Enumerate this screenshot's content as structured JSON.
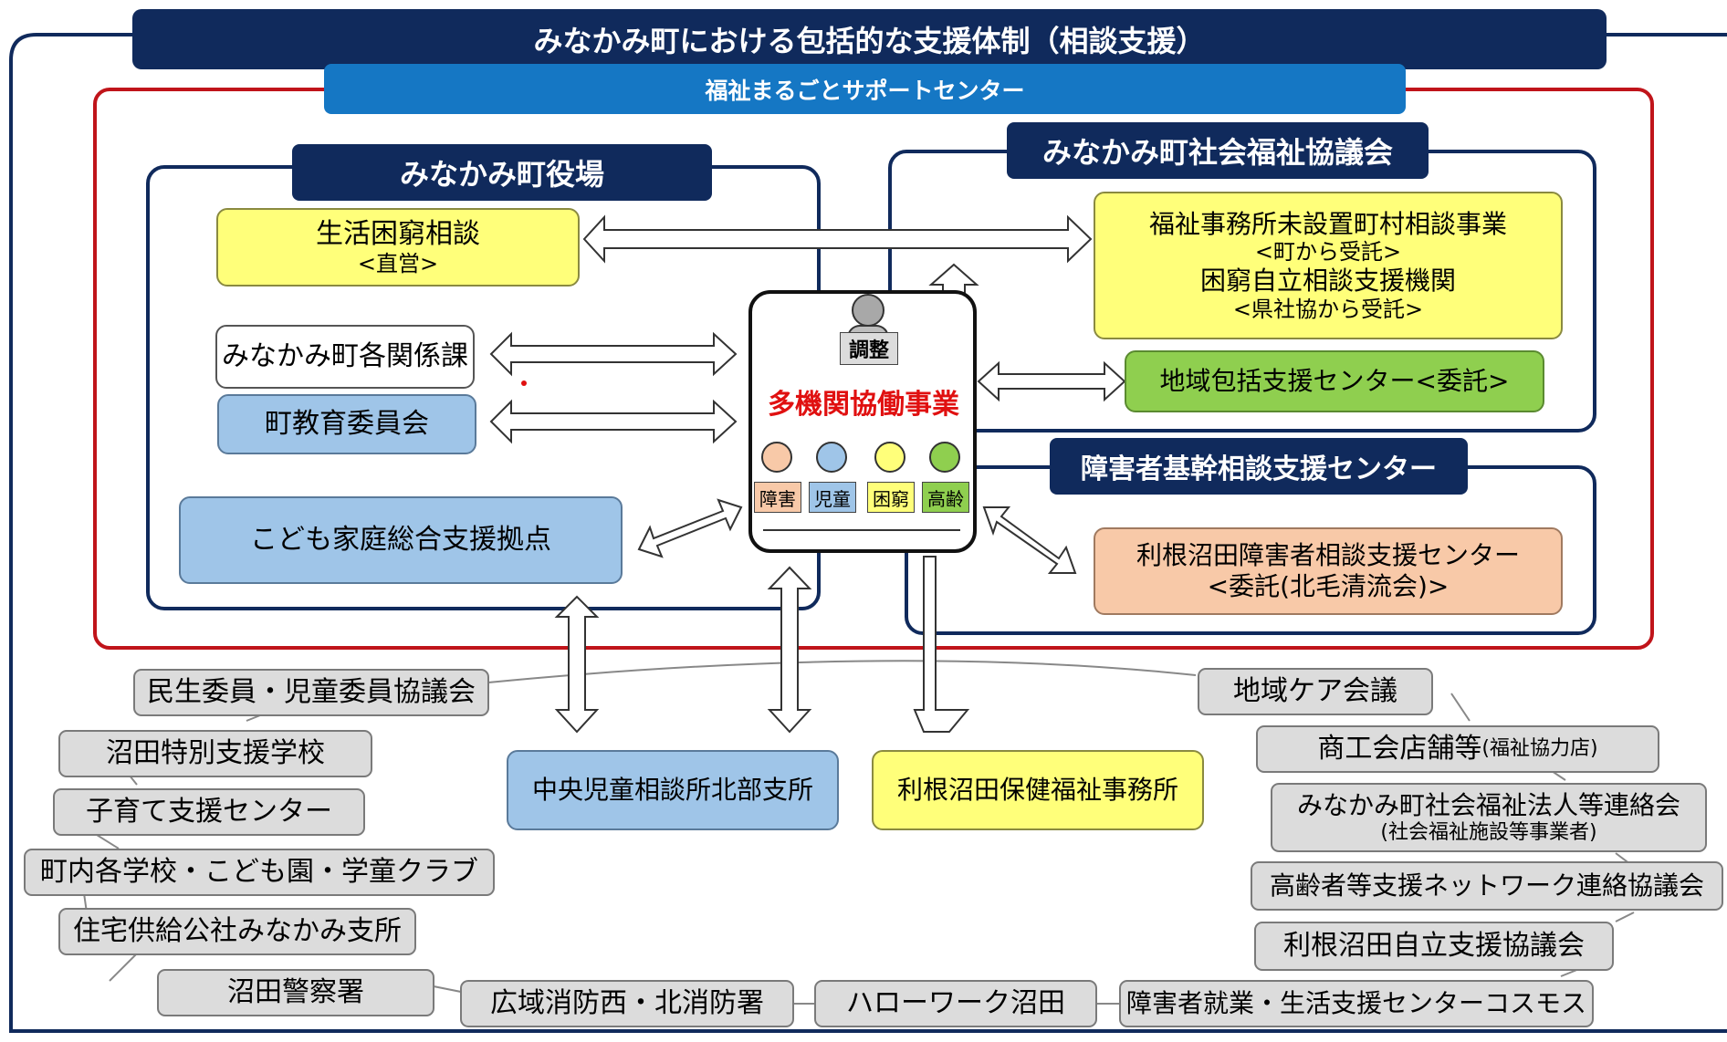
{
  "title": "みなかみ町における包括的な支援体制（相談支援）",
  "subtitle": "福祉まるごとサポートセンター",
  "town_office": {
    "header": "みなかみ町役場",
    "items": [
      {
        "label": "生活困窮相談",
        "note": "<直営>"
      },
      {
        "label": "みなかみ町各関係課"
      },
      {
        "label": "町教育委員会"
      },
      {
        "label": "こども家庭総合支援拠点"
      }
    ]
  },
  "council": {
    "header": "みなかみ町社会福祉協議会",
    "box1": {
      "line1": "福祉事務所未設置町村相談事業",
      "line2": "<町から受託>",
      "line3": "困窮自立相談支援機関",
      "line4": "<県社協から受託>"
    },
    "box2": "地域包括支援センター<委託>"
  },
  "disability": {
    "header": "障害者基幹相談支援センター",
    "line1": "利根沼田障害者相談支援センター",
    "line2": "<委託(北毛清流会)>"
  },
  "center": {
    "coordinator": "調整",
    "title": "多機関協働事業",
    "people": [
      "障害",
      "児童",
      "困窮",
      "高齢"
    ]
  },
  "mid_boxes": [
    "中央児童相談所北部支所",
    "利根沼田保健福祉事務所"
  ],
  "network_left": [
    "民生委員・児童委員協議会",
    "沼田特別支援学校",
    "子育て支援センター",
    "町内各学校・こども園・学童クラブ",
    "住宅供給公社みなかみ支所",
    "沼田警察署"
  ],
  "network_bottom": [
    "広域消防西・北消防署",
    "ハローワーク沼田",
    "障害者就業・生活支援センターコスモス"
  ],
  "network_right": [
    {
      "label": "地域ケア会議"
    },
    {
      "label": "商工会店舗等",
      "note": "(福祉協力店)"
    },
    {
      "label": "みなかみ町社会福祉法人等連絡会",
      "note": "(社会福祉施設等事業者)"
    },
    {
      "label": "高齢者等支援ネットワーク連絡協議会"
    },
    {
      "label": "利根沼田自立支援協議会"
    }
  ],
  "colors": {
    "navy": "#102a5c",
    "banner_blue": "#1577c4",
    "red_frame": "#c0141a",
    "center_red": "#e01010",
    "yellow": "#ffff7a",
    "blue": "#9fc5e8",
    "green": "#8fcf4f",
    "peach": "#f8c9a8",
    "gray": "#dcdcdc"
  }
}
